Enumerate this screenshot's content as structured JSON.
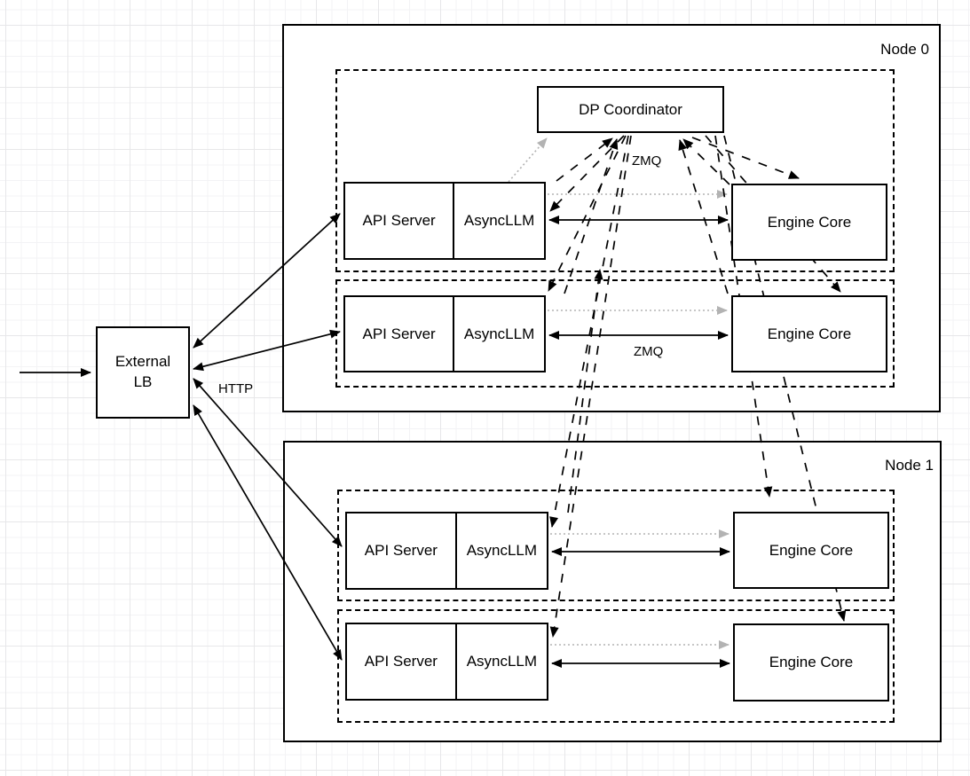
{
  "lb": {
    "line1": "External",
    "line2": "LB"
  },
  "labels": {
    "http": "HTTP",
    "zmq_coordinator": "ZMQ",
    "zmq_row": "ZMQ"
  },
  "nodes": [
    {
      "label": "Node 0",
      "coordinator_label": "DP Coordinator",
      "rows": [
        {
          "api": "API Server",
          "async": "AsyncLLM",
          "engine": "Engine Core"
        },
        {
          "api": "API Server",
          "async": "AsyncLLM",
          "engine": "Engine Core"
        }
      ]
    },
    {
      "label": "Node 1",
      "rows": [
        {
          "api": "API Server",
          "async": "AsyncLLM",
          "engine": "Engine Core"
        },
        {
          "api": "API Server",
          "async": "AsyncLLM",
          "engine": "Engine Core"
        }
      ]
    }
  ],
  "colors": {
    "line": "#000000",
    "muted_arrow": "#b3b3b3",
    "box_fill": "#ffffff"
  }
}
